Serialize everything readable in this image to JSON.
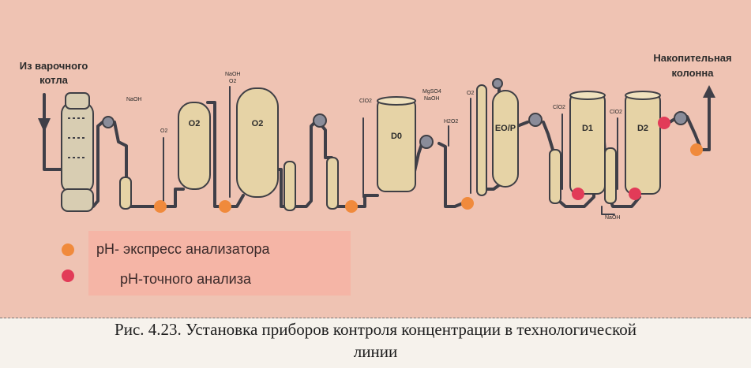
{
  "colors": {
    "panel": "#efc3b3",
    "vessel": "#e6d3a6",
    "vessel_outline": "#3f3f45",
    "pipe": "#3f3f48",
    "express_dot": "#f08a3c",
    "precise_dot": "#e23b58",
    "legend_box": "#f5b5a6"
  },
  "labels": {
    "inlet": [
      "Из варочного",
      "котла"
    ],
    "outlet": [
      "Накопительная",
      "колонна"
    ]
  },
  "stages": [
    {
      "id": "o2a",
      "label": "O2"
    },
    {
      "id": "o2b",
      "label": "O2"
    },
    {
      "id": "d0",
      "label": "D0"
    },
    {
      "id": "eop",
      "label": "EO/P"
    },
    {
      "id": "d1",
      "label": "D1"
    },
    {
      "id": "d2",
      "label": "D2"
    }
  ],
  "chemicals": {
    "naoh_1": "NaOH",
    "o2_1": "O2",
    "naoh_o2": [
      "NaOH",
      "O2"
    ],
    "clo2_1": "ClO2",
    "mgso_naoh": [
      "MgSO4",
      "NaOH"
    ],
    "h2o2": "H2O2",
    "o2_2": "O2",
    "clo2_2": "ClO2",
    "clo2_3": "ClO2",
    "naoh_2": "NaOH"
  },
  "legend": {
    "express": "pH- экспресс анализатора",
    "precise": "pH-точного анализа"
  },
  "caption": {
    "line1": "Рис. 4.23. Установка приборов контроля концентрации в технологической",
    "line2": "линии"
  }
}
